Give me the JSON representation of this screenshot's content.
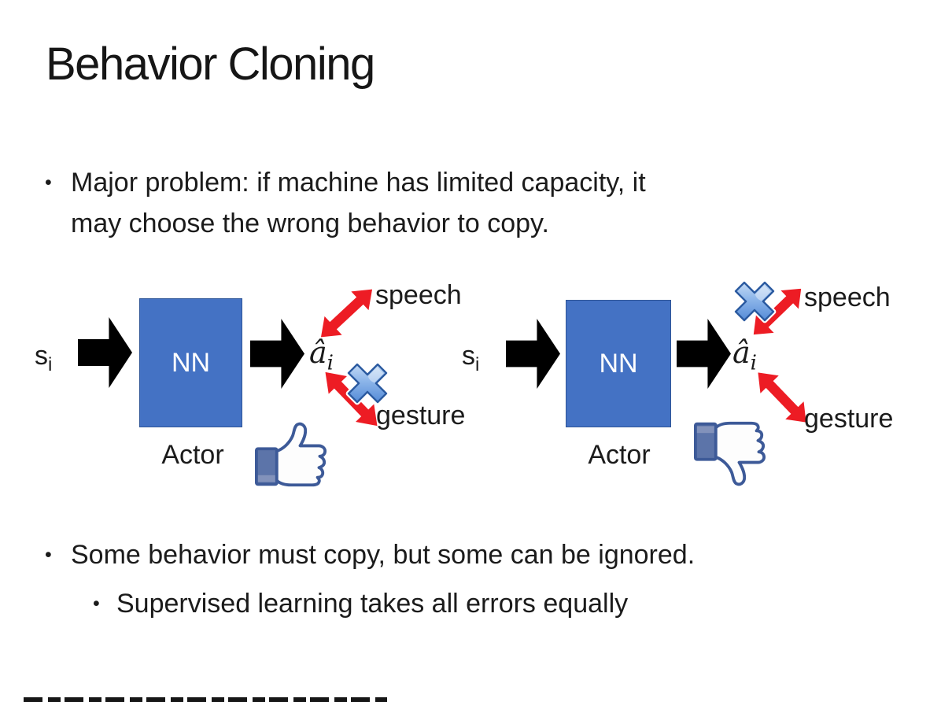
{
  "slide": {
    "title": "Behavior Cloning",
    "bullet_char": "•",
    "top_bullet": {
      "lines": [
        "Major problem: if machine has limited capacity, it",
        "may choose the wrong behavior to copy."
      ]
    },
    "bottom_bullet": "Some behavior must copy, but some can be ignored.",
    "sub_bullet": "Supervised learning takes all errors equally"
  },
  "diagram_left": {
    "input": "s",
    "input_sub": "i",
    "nn": "NN",
    "output": "â",
    "output_sub": "i",
    "actor": "Actor",
    "speech": "speech",
    "gesture": "gesture",
    "crossed_out_action": "gesture",
    "feedback_icon": "thumbs-up-icon"
  },
  "diagram_right": {
    "input": "s",
    "input_sub": "i",
    "nn": "NN",
    "output": "â",
    "output_sub": "i",
    "actor": "Actor",
    "speech": "speech",
    "gesture": "gesture",
    "crossed_out_action": "speech",
    "feedback_icon": "thumbs-down-icon"
  },
  "colors": {
    "nn_box": "#4472C4",
    "nn_box_border": "#2F5597",
    "block_arrow": "#000000",
    "red_arrow": "#ED1C24",
    "cross_blue": "#4D86D8",
    "thumb_outline": "#3D5A98",
    "thumb_cuff": "#5C74A9",
    "text": "#1b1b1b"
  }
}
